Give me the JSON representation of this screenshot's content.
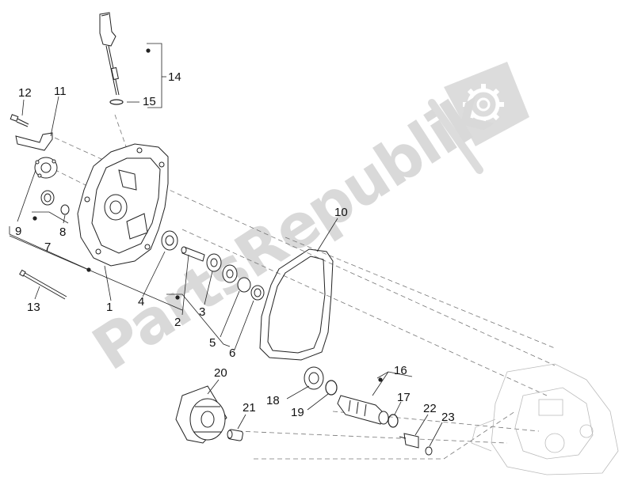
{
  "watermark": {
    "text": "PartsRepublik",
    "color": "#d8d8d8",
    "icon": "gear-icon"
  },
  "labels": [
    {
      "id": "1",
      "text": "1"
    },
    {
      "id": "2",
      "text": "2"
    },
    {
      "id": "3",
      "text": "3"
    },
    {
      "id": "4",
      "text": "4"
    },
    {
      "id": "5",
      "text": "5"
    },
    {
      "id": "6",
      "text": "6"
    },
    {
      "id": "7",
      "text": "7"
    },
    {
      "id": "8",
      "text": "8"
    },
    {
      "id": "9",
      "text": "9"
    },
    {
      "id": "10",
      "text": "10"
    },
    {
      "id": "11",
      "text": "11"
    },
    {
      "id": "12",
      "text": "12"
    },
    {
      "id": "13",
      "text": "13"
    },
    {
      "id": "14",
      "text": "14"
    },
    {
      "id": "15",
      "text": "15"
    },
    {
      "id": "16",
      "text": "16"
    },
    {
      "id": "17",
      "text": "17"
    },
    {
      "id": "18",
      "text": "18"
    },
    {
      "id": "19",
      "text": "19"
    },
    {
      "id": "20",
      "text": "20"
    },
    {
      "id": "21",
      "text": "21"
    },
    {
      "id": "22",
      "text": "22"
    },
    {
      "id": "23",
      "text": "23"
    }
  ]
}
